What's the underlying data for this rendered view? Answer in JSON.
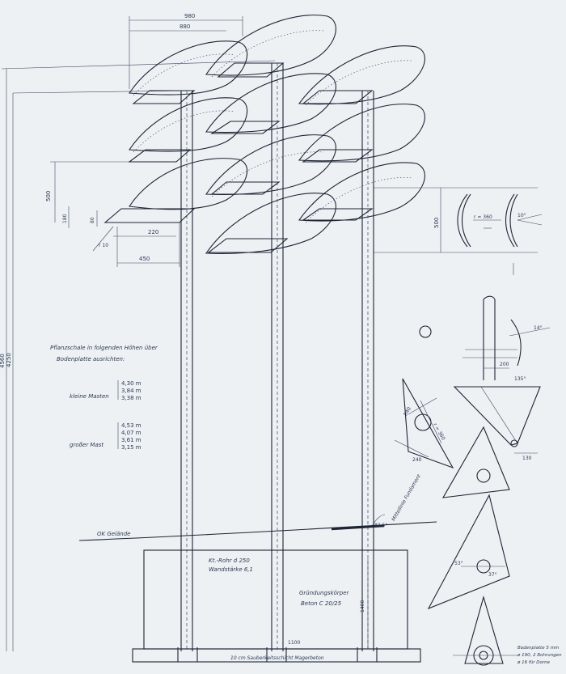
{
  "palette": {
    "paper": "#eef1f4",
    "ink": "#1c2435",
    "pencil": "#2a3a55"
  },
  "dimensions": {
    "top_980": "980",
    "top_880": "880",
    "height_4560": "4560",
    "height_4250": "4250",
    "left_500": "500",
    "left_180": "180",
    "left_80": "80",
    "left_220": "220",
    "left_450": "450",
    "left_r": "r 10",
    "right_500": "500",
    "right_r360": "r = 360",
    "right_10deg": "10°",
    "right_14deg": "14°",
    "right_200": "200",
    "right_135deg": "135°",
    "right_130": "130",
    "tri_r360": "r = 360",
    "tri_540": "540",
    "tri_240": "240",
    "angle_825": "82.5°",
    "angle_53": "53°",
    "angle_37": "37°",
    "base_1400": "1400",
    "base_1100": "1100"
  },
  "notes": {
    "heights_line1": "Pflanzschale in folgenden Höhen über",
    "heights_line2": "Bodenplatte ausrichten:",
    "small_label": "kleine Masten",
    "small_values": [
      "4,30 m",
      "3,84 m",
      "3,38 m"
    ],
    "big_label": "großer Mast",
    "big_values": [
      "4,53 m",
      "4,07 m",
      "3,61 m",
      "3,15 m"
    ],
    "ground": "OK Gelände",
    "pipe_line1": "Kt.-Rohr d 250",
    "pipe_line2": "Wandstärke 6,1",
    "foundation_line1": "Gründungskörper",
    "foundation_line2": "Beton C 20/25",
    "base_note": "10 cm  Sauberkeitsschicht Magerbeton",
    "midline_note": "Mittellinie Fundament",
    "slab_line1": "Bodenplatte 5 mm",
    "slab_line2": "ø 190, 2 Bohrungen",
    "slab_line3": "ø 16 für Dorne"
  }
}
